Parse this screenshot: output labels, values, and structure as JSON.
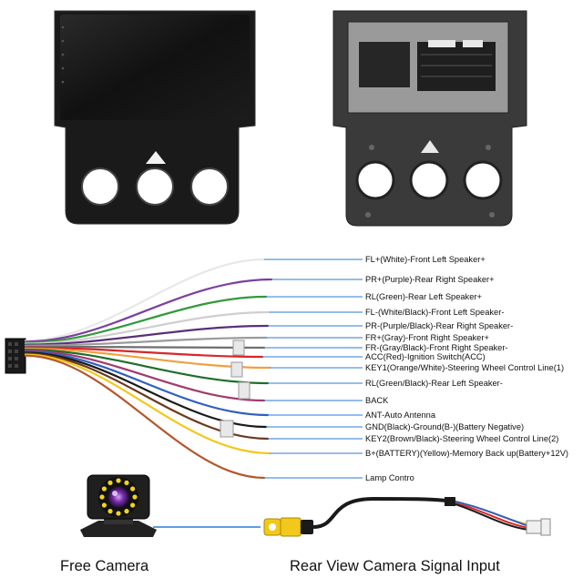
{
  "wires": [
    {
      "label": "FL+(White)-Front Left Speaker+",
      "color": "#e8e8e8"
    },
    {
      "label": "PR+(Purple)-Rear Right Speaker+",
      "color": "#7b3fa0"
    },
    {
      "label": "RL(Green)-Rear Left Speaker+",
      "color": "#2f9a3a"
    },
    {
      "label": "FL-(White/Black)-Front Left Speaker-",
      "color": "#cfcfcf"
    },
    {
      "label": "PR-(Purple/Black)-Rear Right Speaker-",
      "color": "#5a2f7a"
    },
    {
      "label": "FR+(Gray)-Front Right Speaker+",
      "color": "#9a9a9a"
    },
    {
      "label": "FR-(Gray/Black)-Front Right Speaker-",
      "color": "#6f6f6f"
    },
    {
      "label": "ACC(Red)-Ignition Switch(ACC)",
      "color": "#d8262b"
    },
    {
      "label": "KEY1(Orange/White)-Steering Wheel Control Line(1)",
      "color": "#f0a040"
    },
    {
      "label": "RL(Green/Black)-Rear Left Speaker-",
      "color": "#1f6e2a"
    },
    {
      "label": "BACK",
      "color": "#a23a6e"
    },
    {
      "label": "ANT-Auto Antenna",
      "color": "#2f5fbf"
    },
    {
      "label": "GND(Black)-Ground(B-)(Battery Negative)",
      "color": "#1a1a1a"
    },
    {
      "label": "KEY2(Brown/Black)-Steering Wheel Control Line(2)",
      "color": "#6b3a1e"
    },
    {
      "label": "B+(BATTERY)(Yellow)-Memory Back up(Battery+12V)",
      "color": "#f2c81a"
    },
    {
      "label": "Lamp Contro",
      "color": "#b5552a"
    }
  ],
  "leader_color": "#2b7bd6",
  "captions": {
    "free_camera": "Free Camera",
    "rear_camera": "Rear View Camera Signal Input"
  }
}
